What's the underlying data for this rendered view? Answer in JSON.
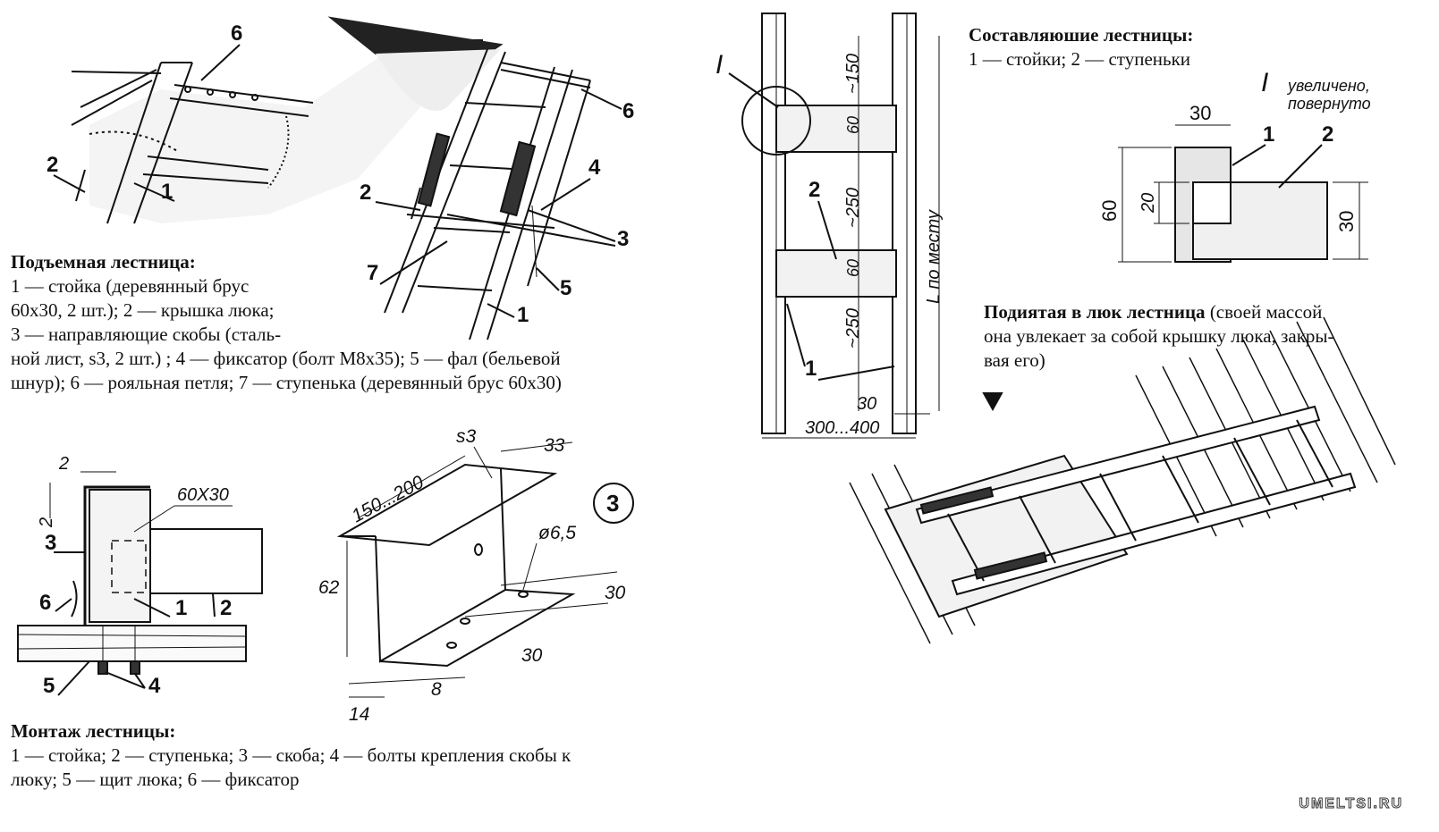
{
  "captions": {
    "lifting": {
      "title": "Подъемная лестница:",
      "lines": [
        "1 — стойка (деревянный брус",
        "60x30, 2 шт.); 2 — крышка люка;",
        "3 — направляющие скобы (сталь-",
        "ной лист, s3, 2 шт.) ; 4 — фиксатор (болт М8x35); 5 — фал (бельевой",
        "шнур); 6 — рояльная петля; 7 — ступенька (деревянный брус 60x30)"
      ]
    },
    "mounting": {
      "title": "Монтаж лестницы:",
      "lines": [
        "1 — стойка; 2 — ступенька; 3 — скоба; 4 — болты крепления скобы к",
        "люку; 5 — щит люка; 6 — фиксатор"
      ]
    },
    "components": {
      "title": "Составляюшие лестницы:",
      "line": "1 — стойки; 2 — ступеньки"
    },
    "raised": {
      "title": "Подиятая в люк лестница",
      "rest": "(своей массой она увлекает за собой крышку люка, закры-вая его)",
      "lines": [
        "(своей массой",
        "она увлекает за собой крышку люка, закры-",
        "вая его)"
      ]
    }
  },
  "labels": {
    "n1": "1",
    "n2": "2",
    "n3": "3",
    "n4": "4",
    "n5": "5",
    "n6": "6",
    "n7": "7",
    "roman": "I",
    "enlarged": "увеличено,",
    "rotated": "повернуто",
    "dim_150": "~150",
    "dim_250a": "~250",
    "dim_250b": "~250",
    "dim_60a": "60",
    "dim_60b": "60",
    "dim_L": "L по месту",
    "dim_30": "30",
    "dim_300_400": "300...400",
    "det_30top": "30",
    "det_60": "60",
    "det_20": "20",
    "det_30side": "30",
    "mount_2": "2",
    "mount_2b": "2",
    "mount_60x30": "60X30",
    "br_s3": "s3",
    "br_33": "33",
    "br_150_200": "150...200",
    "br_62": "62",
    "br_d65": "ø6,5",
    "br_30a": "30",
    "br_30b": "30",
    "br_8": "8",
    "br_14": "14",
    "br_circle": "3"
  },
  "watermark": "UMELTSI.RU"
}
